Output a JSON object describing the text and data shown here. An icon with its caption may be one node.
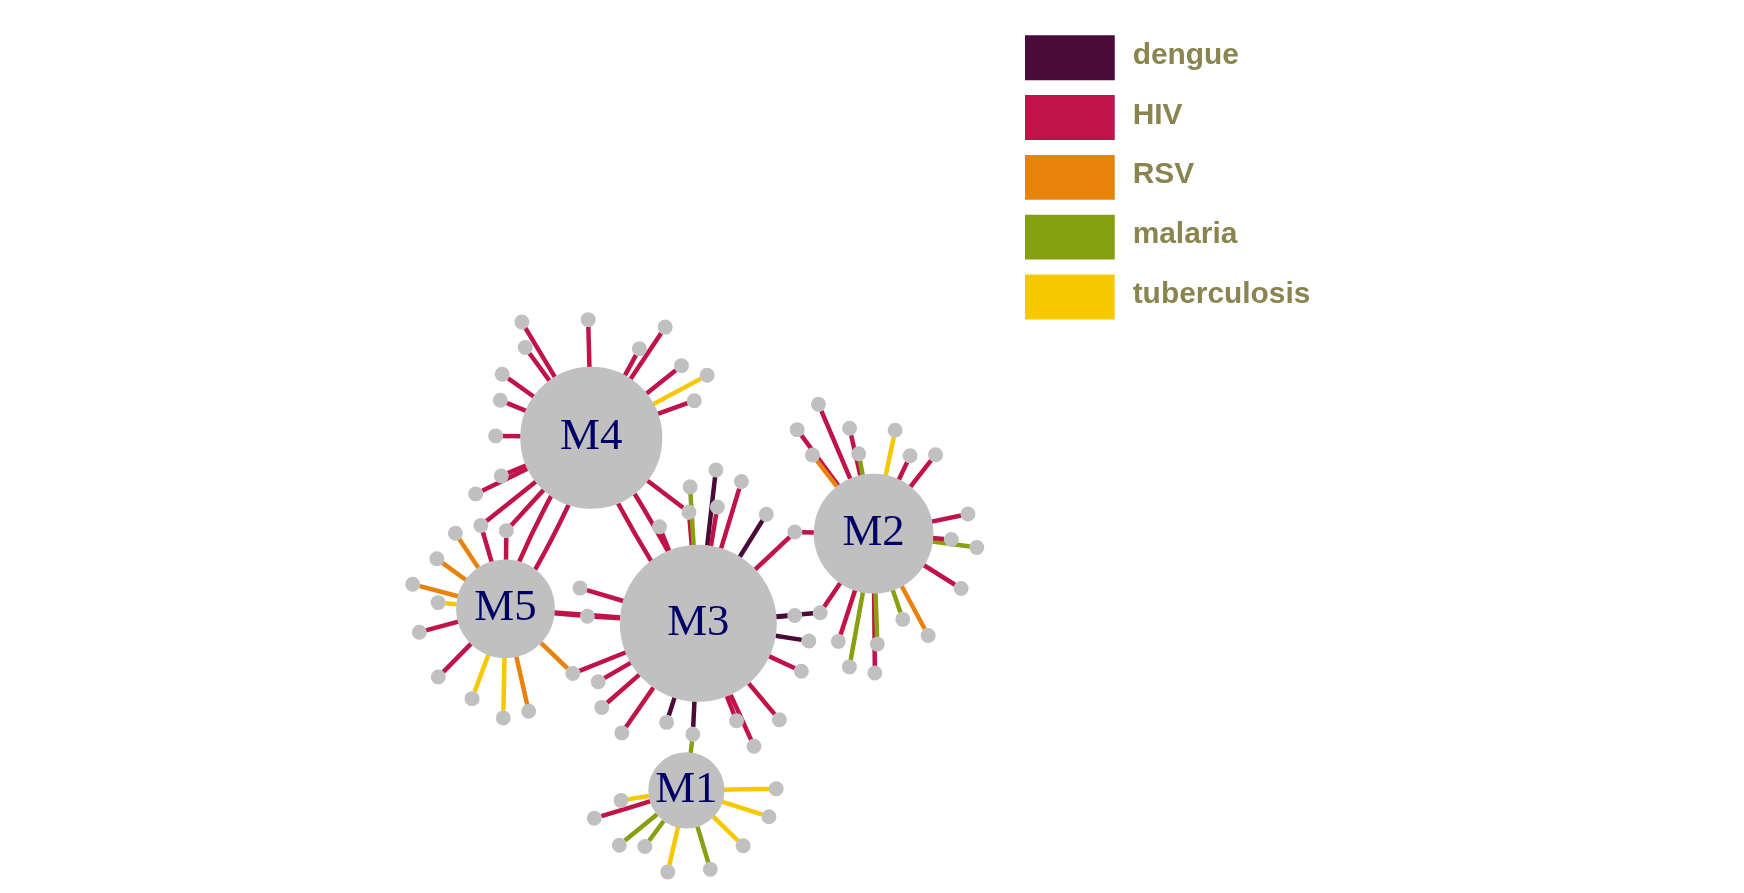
{
  "diagram": {
    "nodes": [
      {
        "text": [
          "M1"
        ]
      },
      {
        "text": [
          "M2"
        ]
      },
      {
        "text": [
          "M3"
        ]
      },
      {
        "text": [
          "M4"
        ]
      },
      {
        "text": [
          "M5"
        ]
      },
      {
        "text": [],
        "shape": "circle"
      },
      {
        "text": [],
        "shape": "circle"
      },
      {
        "text": [],
        "shape": "circle"
      },
      {
        "text": [],
        "shape": "circle"
      },
      {
        "text": [],
        "shape": "circle"
      },
      {
        "text": [],
        "shape": "circle"
      },
      {
        "text": [],
        "shape": "circle"
      },
      {
        "text": [],
        "shape": "circle"
      },
      {
        "text": [],
        "shape": "circle"
      },
      {
        "text": [],
        "shape": "circle"
      },
      {
        "text": [],
        "shape": "circle"
      },
      {
        "text": [],
        "shape": "circle"
      },
      {
        "text": [],
        "shape": "circle"
      },
      {
        "text": [],
        "shape": "circle"
      },
      {
        "text": [],
        "shape": "circle"
      },
      {
        "text": [],
        "shape": "circle"
      },
      {
        "text": [],
        "shape": "circle"
      },
      {
        "text": [],
        "shape": "circle"
      },
      {
        "text": [],
        "shape": "circle"
      },
      {
        "text": [],
        "shape": "circle"
      },
      {
        "text": [],
        "shape": "circle"
      },
      {
        "text": [],
        "shape": "circle"
      },
      {
        "text": [],
        "shape": "circle"
      },
      {
        "text": [],
        "shape": "circle"
      },
      {
        "text": [],
        "shape": "circle"
      },
      {
        "text": [],
        "shape": "circle"
      },
      {
        "text": [],
        "shape": "circle"
      },
      {
        "text": [],
        "shape": "circle"
      },
      {
        "text": [],
        "shape": "circle"
      },
      {
        "text": [],
        "shape": "circle"
      },
      {
        "text": [],
        "shape": "circle"
      },
      {
        "text": [],
        "shape": "circle"
      },
      {
        "text": [],
        "shape": "circle"
      },
      {
        "text": [],
        "shape": "circle"
      },
      {
        "text": [],
        "shape": "circle"
      },
      {
        "text": [],
        "shape": "circle"
      },
      {
        "text": [],
        "shape": "circle"
      },
      {
        "text": [],
        "shape": "circle"
      },
      {
        "text": [],
        "shape": "circle"
      },
      {
        "text": [],
        "shape": "circle"
      },
      {
        "text": [],
        "shape": "circle"
      },
      {
        "text": [],
        "shape": "circle"
      },
      {
        "text": [],
        "shape": "circle"
      },
      {
        "text": [],
        "shape": "circle"
      },
      {
        "text": [],
        "shape": "circle"
      },
      {
        "text": [],
        "shape": "circle"
      },
      {
        "text": [],
        "shape": "circle"
      },
      {
        "text": [],
        "shape": "circle"
      },
      {
        "text": [],
        "shape": "circle"
      },
      {
        "text": [],
        "shape": "circle"
      },
      {
        "text": [],
        "shape": "circle"
      },
      {
        "text": [],
        "shape": "circle"
      },
      {
        "text": [],
        "shape": "circle"
      },
      {
        "text": [],
        "shape": "circle"
      },
      {
        "text": [],
        "shape": "circle"
      },
      {
        "text": [],
        "shape": "circle"
      },
      {
        "text": [],
        "shape": "circle"
      },
      {
        "text": [],
        "shape": "circle"
      },
      {
        "text": [],
        "shape": "circle"
      },
      {
        "text": [],
        "shape": "circle"
      },
      {
        "text": [],
        "shape": "circle"
      },
      {
        "text": [],
        "shape": "circle"
      },
      {
        "text": [],
        "shape": "circle"
      },
      {
        "text": [],
        "shape": "circle"
      },
      {
        "text": [],
        "shape": "circle"
      },
      {
        "text": [],
        "shape": "circle"
      },
      {
        "text": [],
        "shape": "circle"
      },
      {
        "text": [],
        "shape": "circle"
      },
      {
        "text": [],
        "shape": "circle"
      },
      {
        "text": [],
        "shape": "circle"
      },
      {
        "text": [],
        "shape": "circle"
      },
      {
        "text": [],
        "shape": "circle"
      },
      {
        "text": [],
        "shape": "circle"
      },
      {
        "text": [],
        "shape": "circle"
      }
    ],
    "edges": [
      {
        "from": 0,
        "to": 5,
        "arrow": "none",
        "color": "#86a00f"
      },
      {
        "from": 5,
        "to": 2,
        "arrow": "none",
        "color": "#4a0a3a"
      },
      {
        "from": 2,
        "to": 6,
        "arrow": "none"
      },
      {
        "from": 6,
        "to": 1,
        "arrow": "none"
      },
      {
        "from": 2,
        "to": 7,
        "arrow": "none",
        "color": "#4a0a3a"
      },
      {
        "from": 7,
        "to": 1,
        "arrow": "none"
      },
      {
        "from": 2,
        "to": 8,
        "arrow": "none"
      },
      {
        "from": 8,
        "to": 3,
        "arrow": "none"
      },
      {
        "from": 2,
        "to": 3,
        "arrow": "none"
      },
      {
        "from": 2,
        "to": 3,
        "arrow": "none"
      },
      {
        "from": 2,
        "to": 4,
        "arrow": "none"
      },
      {
        "from": 2,
        "to": 9,
        "arrow": "none"
      },
      {
        "from": 9,
        "to": 4,
        "arrow": "none",
        "color": "#e8820a"
      },
      {
        "from": 2,
        "to": 10,
        "arrow": "none"
      },
      {
        "from": 10,
        "to": 4,
        "arrow": "none"
      },
      {
        "from": 3,
        "to": 11,
        "arrow": "none"
      },
      {
        "from": 11,
        "to": 4,
        "arrow": "none"
      },
      {
        "from": 3,
        "to": 12,
        "arrow": "none"
      },
      {
        "from": 12,
        "to": 4,
        "arrow": "none"
      },
      {
        "from": 3,
        "to": 4,
        "arrow": "none"
      },
      {
        "from": 3,
        "to": 4,
        "arrow": "none"
      },
      {
        "from": 0,
        "to": 13,
        "arrow": "none",
        "color": "#86a00f"
      },
      {
        "from": 0,
        "to": 14,
        "arrow": "none",
        "color": "#f5c800"
      },
      {
        "from": 0,
        "to": 15,
        "arrow": "none",
        "color": "#f5c800"
      },
      {
        "from": 0,
        "to": 16,
        "arrow": "none",
        "color": "#f5c800"
      },
      {
        "from": 0,
        "to": 17,
        "arrow": "none"
      },
      {
        "from": 0,
        "to": 18,
        "arrow": "none",
        "color": "#f5c800"
      },
      {
        "from": 0,
        "to": 19,
        "arrow": "none",
        "color": "#86a00f"
      },
      {
        "from": 0,
        "to": 20,
        "arrow": "none",
        "color": "#f5c800"
      },
      {
        "from": 0,
        "to": 21,
        "arrow": "none",
        "color": "#86a00f"
      },
      {
        "from": 1,
        "to": 22,
        "arrow": "none"
      },
      {
        "from": 1,
        "to": 23,
        "arrow": "none"
      },
      {
        "from": 1,
        "to": 24,
        "arrow": "none"
      },
      {
        "from": 1,
        "to": 25,
        "arrow": "none"
      },
      {
        "from": 1,
        "to": 26,
        "arrow": "none"
      },
      {
        "from": 1,
        "to": 27,
        "arrow": "none"
      },
      {
        "from": 1,
        "to": 28,
        "arrow": "none",
        "color": "#86a00f"
      },
      {
        "from": 1,
        "to": 29,
        "arrow": "none",
        "color": "#e8820a"
      },
      {
        "from": 1,
        "to": 30,
        "arrow": "none",
        "color": "#86a00f"
      },
      {
        "from": 1,
        "to": 31,
        "arrow": "none",
        "color": "#86a00f"
      },
      {
        "from": 1,
        "to": 32,
        "arrow": "none"
      },
      {
        "from": 1,
        "to": 33,
        "arrow": "none"
      },
      {
        "from": 1,
        "to": 34,
        "arrow": "none",
        "color": "#86a00f"
      },
      {
        "from": 1,
        "to": 35,
        "arrow": "none",
        "color": "#86a00f"
      },
      {
        "from": 1,
        "to": 36,
        "arrow": "none"
      },
      {
        "from": 1,
        "to": 37,
        "arrow": "none",
        "color": "#f5c800"
      },
      {
        "from": 1,
        "to": 38,
        "arrow": "none"
      },
      {
        "from": 1,
        "to": 39,
        "arrow": "none",
        "color": "#e8820a"
      },
      {
        "from": 2,
        "to": 40,
        "arrow": "none",
        "color": "#86a00f"
      },
      {
        "from": 2,
        "to": 41,
        "arrow": "none"
      },
      {
        "from": 2,
        "to": 42,
        "arrow": "none"
      },
      {
        "from": 2,
        "to": 43,
        "arrow": "none",
        "color": "#4a0a3a"
      },
      {
        "from": 2,
        "to": 44,
        "arrow": "none"
      },
      {
        "from": 2,
        "to": 45,
        "arrow": "none"
      },
      {
        "from": 2,
        "to": 46,
        "arrow": "none"
      },
      {
        "from": 2,
        "to": 47,
        "arrow": "none"
      },
      {
        "from": 2,
        "to": 48,
        "arrow": "none",
        "color": "#4a0a3a"
      },
      {
        "from": 2,
        "to": 49,
        "arrow": "none"
      },
      {
        "from": 2,
        "to": 50,
        "arrow": "none"
      },
      {
        "from": 2,
        "to": 51,
        "arrow": "none",
        "color": "#4a0a3a"
      },
      {
        "from": 2,
        "to": 52,
        "arrow": "none"
      },
      {
        "from": 2,
        "to": 53,
        "arrow": "none",
        "color": "#4a0a3a"
      },
      {
        "from": 2,
        "to": 54,
        "arrow": "none"
      },
      {
        "from": 2,
        "to": 55,
        "arrow": "none",
        "color": "#4a0a3a"
      },
      {
        "from": 2,
        "to": 56,
        "arrow": "none"
      },
      {
        "from": 3,
        "to": 57,
        "arrow": "none"
      },
      {
        "from": 3,
        "to": 58,
        "arrow": "none"
      },
      {
        "from": 3,
        "to": 59,
        "arrow": "none"
      },
      {
        "from": 3,
        "to": 60,
        "arrow": "none"
      },
      {
        "from": 3,
        "to": 61,
        "arrow": "none"
      },
      {
        "from": 3,
        "to": 62,
        "arrow": "none"
      },
      {
        "from": 3,
        "to": 63,
        "arrow": "none"
      },
      {
        "from": 3,
        "to": 64,
        "arrow": "none"
      },
      {
        "from": 3,
        "to": 65,
        "arrow": "none"
      },
      {
        "from": 3,
        "to": 66,
        "arrow": "none"
      },
      {
        "from": 3,
        "to": 67,
        "arrow": "none",
        "color": "#f5c800"
      },
      {
        "from": 3,
        "to": 68,
        "arrow": "none"
      },
      {
        "from": 3,
        "to": 69,
        "arrow": "none"
      },
      {
        "from": 4,
        "to": 70,
        "arrow": "none",
        "color": "#f5c800"
      },
      {
        "from": 4,
        "to": 71,
        "arrow": "none",
        "color": "#e8820a"
      },
      {
        "from": 4,
        "to": 72,
        "arrow": "none",
        "color": "#e8820a"
      },
      {
        "from": 4,
        "to": 73,
        "arrow": "none",
        "color": "#e8820a"
      },
      {
        "from": 4,
        "to": 74,
        "arrow": "none",
        "color": "#f5c800"
      },
      {
        "from": 4,
        "to": 75,
        "arrow": "none",
        "color": "#e8820a"
      },
      {
        "from": 4,
        "to": 76,
        "arrow": "none",
        "color": "#f5c800"
      },
      {
        "from": 4,
        "to": 77,
        "arrow": "none"
      },
      {
        "from": 4,
        "to": 78,
        "arrow": "none"
      }
    ],
    "legend": [
      {
        "text": "dengue",
        "color": "#4a0a3a"
      },
      {
        "text": "HIV",
        "color": "#c0134a"
      },
      {
        "text": "RSV",
        "color": "#e8820a"
      },
      {
        "text": "malaria",
        "color": "#86a00f"
      },
      {
        "text": "tuberculosis",
        "color": "#f5c800"
      }
    ]
  }
}
